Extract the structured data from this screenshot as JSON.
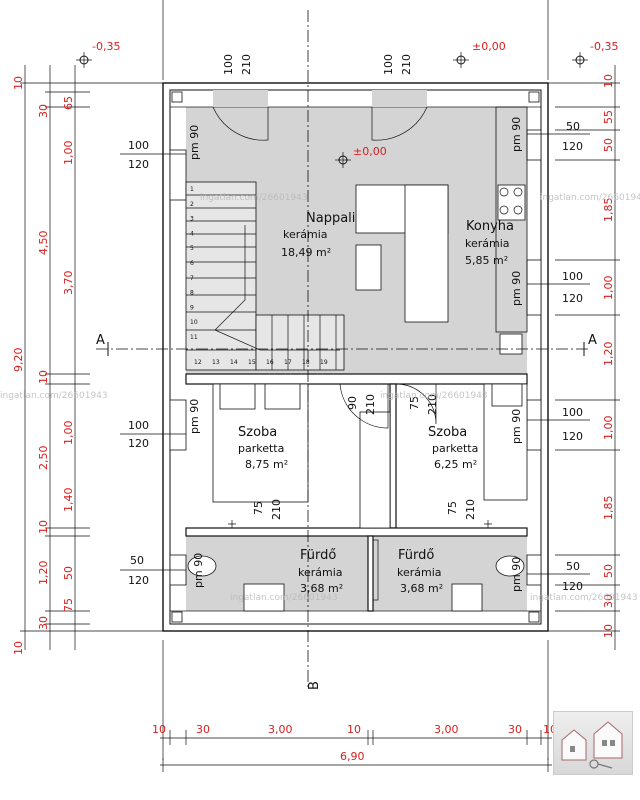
{
  "rooms": {
    "nappali": {
      "name": "Nappali",
      "finish": "kerámia",
      "area": "18,49 m²"
    },
    "konyha": {
      "name": "Konyha",
      "finish": "kerámia",
      "area": "5,85 m²"
    },
    "szoba1": {
      "name": "Szoba",
      "finish": "parketta",
      "area": "8,75 m²"
    },
    "szoba2": {
      "name": "Szoba",
      "finish": "parketta",
      "area": "6,25 m²"
    },
    "furdo1": {
      "name": "Fürdő",
      "finish": "kerámia",
      "area": "3,68 m²"
    },
    "furdo2": {
      "name": "Fürdő",
      "finish": "kerámia",
      "area": "3,68 m²"
    }
  },
  "levels": {
    "outside_left": "-0,35",
    "entrance": "±0,00",
    "outside_right": "-0,35",
    "floor": "±0,00"
  },
  "section_marks": {
    "a_left": "A",
    "a_right": "A",
    "b_bottom": "B"
  },
  "doors": [
    {
      "w": "100",
      "h": "210"
    },
    {
      "w": "100",
      "h": "210"
    },
    {
      "w": "90",
      "h": "210"
    },
    {
      "w": "75",
      "h": "210"
    },
    {
      "w": "75",
      "h": "210"
    },
    {
      "w": "75",
      "h": "210"
    }
  ],
  "windows_left": [
    {
      "w": "100",
      "h": "120",
      "pm": "pm 90"
    },
    {
      "w": "100",
      "h": "120",
      "pm": "pm 90"
    },
    {
      "w": "50",
      "h": "120",
      "pm": "pm 90"
    }
  ],
  "windows_right": [
    {
      "w": "50",
      "h": "120",
      "pm": "pm 90"
    },
    {
      "w": "100",
      "h": "120",
      "pm": "pm 90"
    },
    {
      "w": "100",
      "h": "120",
      "pm": "pm 90"
    },
    {
      "w": "50",
      "h": "120",
      "pm": "pm 90"
    }
  ],
  "dims_left_outer": [
    "10",
    "30",
    "4,50",
    "10",
    "2,50",
    "10",
    "1,20",
    "30",
    "10"
  ],
  "dims_left_inner": [
    "65",
    "1,00",
    "3,70",
    "1,00",
    "1,40",
    "50",
    "75"
  ],
  "dims_left_total": "9,20",
  "dims_right": [
    "10",
    "55",
    "50",
    "1,85",
    "1,00",
    "1,20",
    "1,00",
    "1,85",
    "50",
    "30",
    "10"
  ],
  "dims_bottom": [
    "10",
    "30",
    "3,00",
    "10",
    "3,00",
    "30",
    "10"
  ],
  "dims_bottom_total": "6,90",
  "stairs": [
    "1",
    "2",
    "3",
    "4",
    "5",
    "6",
    "7",
    "8",
    "9",
    "10",
    "11",
    "12",
    "13",
    "14",
    "15",
    "16",
    "17",
    "18",
    "19"
  ],
  "watermark": "ingatlan.com/26601943"
}
